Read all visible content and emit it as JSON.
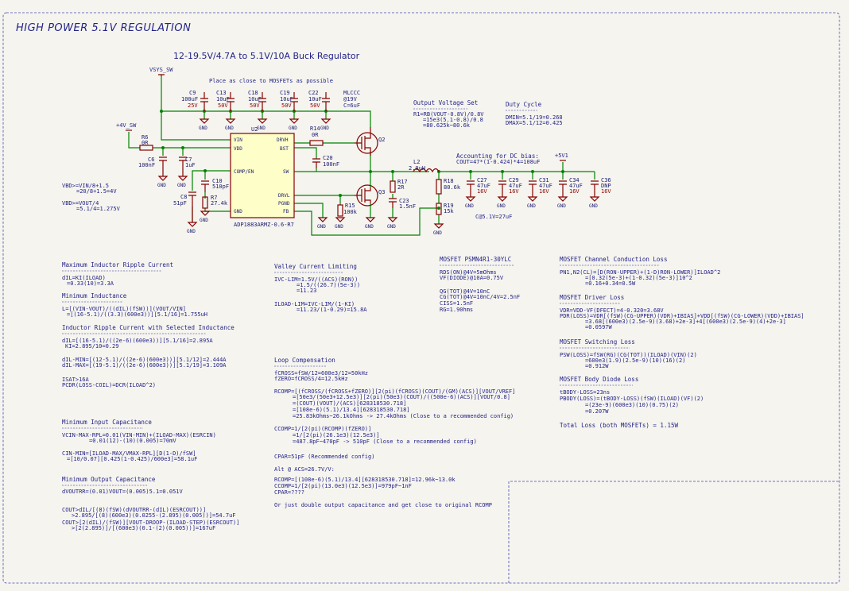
{
  "sheet": {
    "title": "HIGH POWER 5.1V REGULATION",
    "subtitle": "12-19.5V/4.7A to 5.1V/10A Buck Regulator"
  },
  "net_labels": {
    "vsys": "VSYS_SW",
    "v4": "+4V_SW",
    "v5": "+5V1",
    "gnd": "GND"
  },
  "notes": {
    "placement": "Place as close to MOSFETs as possible",
    "mlccc": "MLCCC",
    "mlccc_bias": "@19V",
    "mlccc_cap": "C=6uF",
    "cs_note": "C@5.1V=27uF"
  },
  "components": {
    "C9": {
      "ref": "C9",
      "v1": "100uF",
      "v2": "25V"
    },
    "C13": {
      "ref": "C13",
      "v1": "10uF",
      "v2": "50V"
    },
    "C18": {
      "ref": "C18",
      "v1": "10uF",
      "v2": "50V"
    },
    "C19": {
      "ref": "C19",
      "v1": "10uF",
      "v2": "50V"
    },
    "C22": {
      "ref": "C22",
      "v1": "10uF",
      "v2": "50V"
    },
    "R6": {
      "ref": "R6",
      "v1": "0R"
    },
    "C6": {
      "ref": "C6",
      "v1": "100nF"
    },
    "C7": {
      "ref": "C7",
      "v1": "1uF"
    },
    "C8": {
      "ref": "C8",
      "v1": "51pF"
    },
    "C10": {
      "ref": "C10",
      "v1": "510pF"
    },
    "R7": {
      "ref": "R7",
      "v1": "27.4k"
    },
    "U2": {
      "ref": "U2",
      "v1": "ADP1883ARMZ-0.6-R7"
    },
    "R14": {
      "ref": "R14",
      "v1": "0R"
    },
    "C20": {
      "ref": "C20",
      "v1": "100nF"
    },
    "Q2": {
      "ref": "Q2"
    },
    "Q3": {
      "ref": "Q3"
    },
    "R15": {
      "ref": "R15",
      "v1": "100k"
    },
    "R17": {
      "ref": "R17",
      "v1": "2R"
    },
    "C23": {
      "ref": "C23",
      "v1": "1.5nF"
    },
    "L2": {
      "ref": "L2",
      "v1": "2.0uH"
    },
    "R18": {
      "ref": "R18",
      "v1": "80.6k"
    },
    "R19": {
      "ref": "R19",
      "v1": "15k"
    },
    "C27": {
      "ref": "C27",
      "v1": "47uF",
      "v2": "16V"
    },
    "C29": {
      "ref": "C29",
      "v1": "47uF",
      "v2": "16V"
    },
    "C31": {
      "ref": "C31",
      "v1": "47uF",
      "v2": "16V"
    },
    "C34": {
      "ref": "C34",
      "v1": "47uF",
      "v2": "16V"
    },
    "C36": {
      "ref": "C36",
      "v1": "DNP",
      "v2": "16V"
    }
  },
  "u2_pins": {
    "vin": "VIN",
    "vdd": "VDD",
    "compen": "COMP/EN",
    "gnd": "GND",
    "drvh": "DRVH",
    "bst": "BST",
    "sw": "SW",
    "drvl": "DRVL",
    "pgnd": "PGND",
    "fb": "FB"
  },
  "calc_left": {
    "vbd_1": "VBD>=VIN/8+1.5",
    "vbd_2": "=20/8+1.5=4V",
    "vbd_3": "VBD>=VOUT/4",
    "vbd_4": "=5.1/4=1.275V"
  },
  "output_voltage": {
    "heading": "Output Voltage Set",
    "l1": "R1=RB(VOUT-0.8V)/0.8V",
    "l2": "=15e3(5.1-0.8)/0.8",
    "l3": "=80.625k~80.6k"
  },
  "duty_cycle": {
    "heading": "Duty Cycle",
    "l1": "DMIN=5.1/19=0.268",
    "l2": "DMAX=5.1/12=0.425"
  },
  "dc_bias": {
    "heading": "Accounting for DC bias:",
    "l1": "COUT=47*(1-0.424)*4=108uF"
  },
  "col1": {
    "h1": "Maximum Inductor Ripple Current",
    "h1_l1": "dIL=KI(ILOAD)",
    "h1_l2": "=0.33(10)=3.3A",
    "h2": "Minimum Inductance",
    "h2_l1": "L=[(VIN-VOUT)/((dIL)(fSW))](VOUT/VIN]",
    "h2_l2": "=[(16-5.1)/((3.3)(600e3))][5.1/16]=1.755uH",
    "h3": "Inductor Ripple Current with Selected Inductance",
    "h3_l1": "dIL=[(16-5.1)/((2e-6)(600e3))][5.1/16]=2.895A",
    "h3_l2": "KI=2.895/10=0.29",
    "h3_l3": "dIL-MIN=[(12-5.1)/((2e-6)(600e3))][5.1/12]=2.444A",
    "h3_l4": "dIL-MAX=[(19-5.1)/((2e-6)(600e3))][5.1/19]=3.109A",
    "h3_l5": "ISAT>16A",
    "h3_l6": "PCDR(LOSS-COIL)=DCR(ILOAD^2)",
    "h4": "Minimum Input Capacitance",
    "h4_l1": "VCIN-MAX-RPL=0.01(VIN-MIN)+(ILOAD-MAX)(ESRCIN)",
    "h4_l2": "=0.01(12)-(10)(0.005)=70mV",
    "h4_l3": "CIN-MIN=[ILOAD-MAX/VMAX-RPL][D(1-D)/fSW]",
    "h4_l4": "=[10/0.07][0.425(1-0.425)/600e3]=58.1uF",
    "h5": "Minimum Output Capacitance",
    "h5_l1": "dVOUTRR=(0.01)VOUT=(0.005)5.1=0.051V",
    "h5_l2": "COUT>dIL/[(8)(fSW)(dVOUTRR-(dIL)(ESRCOUT))]",
    "h5_l3": ">2.895/[(8)(600e3)(0.0255-(2.895)(0.005))]=54.7uF",
    "h5_l4": "COUT>[2(dIL)/(fSW)][VOUT-DROOP-(ILOAD-STEP)(ESRCOUT)]",
    "h5_l5": ">[2(2.895)]/[(600e3)(0.1-(2)(0.005))]=167uF"
  },
  "col2": {
    "h1": "Valley Current Limiting",
    "h1_l1": "IVC-LIM=1.5V/((ACS)(RON))",
    "h1_l2": "=1.5/((26.7)(5e-3))",
    "h1_l3": "=11.23",
    "h1_l4": "ILOAD-LIM=IVC-LIM/(1-KI)",
    "h1_l5": "=11.23/(1-0.29)=15.8A",
    "h2": "Loop Compensation",
    "h2_l1": "fCROSS=fSW/12=600e3/12=50kHz",
    "h2_l2": "fZERO=fCROSS/4=12.5kHz",
    "h2_l3": "RCOMP=[(fCROSS/(fCROSS+fZERO)][2(pi)(fCROSS)(COUT)/(GM)(ACS)][VOUT/VREF]",
    "h2_l4": "=[50e3/(50e3+12.5e3)][2(pi)(50e3)(COUT)/((500e-6)(ACS)][VOUT/0.8]",
    "h2_l5": "=(COUT)(VOUT)/(ACS)[628318530.718]",
    "h2_l6": "=[108e-6)(5.1)/13.4][628318530.718]",
    "h2_l7": "=25.83kOhms~26.1kOhms -> 27.4kOhms (Close to a recommended config)",
    "h2_l8": "CCOMP=1/[2(pi)(RCOMP)(fZERO)]",
    "h2_l9": "=1/[2(pi)(26.1e3)(12.5e3)]",
    "h2_l10": "=487.8pF~470pF -> 510pF (Close to a recommended config)",
    "h2_l11": "CPAR=51pF (Recommended config)",
    "h2_l12": "Alt @ ACS=26.7V/V:",
    "h2_l13": "RCOMP=[(108e-6)(5.1)/13.4][628318530.718]=12.96k~13.0k",
    "h2_l14": "CCOMP=1/[2(pi)(13.0e3)(12.5e3)]=979pF~1nF",
    "h2_l15": "CPAR=????",
    "h2_l16": "Or just double output capacitance and get close to original RCOMP"
  },
  "col3": {
    "h1": "MOSFET PSMN4R1-30YLC",
    "h1_l1": "RDS(ON)@4V=5mOhms",
    "h1_l2": "VF(DIODE)@10A=0.75V",
    "h1_l3": "QG(TOT)@4V=10nC",
    "h1_l4": "CG(TOT)@4V=10nC/4V=2.5nF",
    "h1_l5": "CISS=1.5nF",
    "h1_l6": "RG=1.90hms"
  },
  "col4": {
    "h1": "MOSFET Channel Conduction Loss",
    "h1_l1": "PN1,N2(CL)=[D(RON-UPPER)+(1-D)RON-LOWER)]ILOAD^2",
    "h1_l2": "=[0.32(5e-3)+(1-0.32)(5e-3)]10^2",
    "h1_l3": "=0.16+0.34=0.5W",
    "h2": "MOSFET Driver Loss",
    "h2_l1": "VDR=VDD-VF(DFECT)=4-0.320=3.68V",
    "h2_l2": "PDR(LOSS)=VDR[(fSW)(CG-UPPER)(VDR)+IBIAS]+VDD[(fSW)(CG-LOWER)(VDD)+IBIAS]",
    "h2_l3": "=3.68[(600e3)(2.5e-9)(3.68)+2e-3]+4[(600e3)(2.5e-9)(4)+2e-3]",
    "h2_l4": "=0.0597W",
    "h3": "MOSFET Switching Loss",
    "h3_l1": "PSW(LOSS)=fSW(RG)(CG(TOT))(ILOAD)(VIN)(2)",
    "h3_l2": "=600e3(1.9)(2.5e-9)(10)(16)(2)",
    "h3_l3": "=0.912W",
    "h4": "MOSFET Body Diode Loss",
    "h4_l1": "tBODY-LOSS=23ns",
    "h4_l2": "PBODY(LOSS)=(tBODY-LOSS)(fSW)(ILOAD)(VF)(2)",
    "h4_l3": "=(23e-9)(600e3)(10)(0.75)(2)",
    "h4_l4": "=0.207W",
    "h5": "Total Loss (both MOSFETs) = 1.15W"
  }
}
